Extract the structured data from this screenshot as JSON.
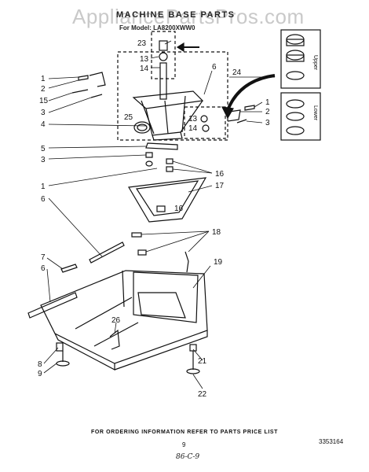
{
  "watermark": "AppliancePartsPros.com",
  "title": "MACHINE BASE PARTS",
  "model_line": "For Model: LA8200XWW0",
  "footer_note": "FOR ORDERING INFORMATION REFER TO PARTS PRICE LIST",
  "page_number": "9",
  "doc_number": "3353164",
  "handwritten": "86-C-9",
  "clutch_labels": {
    "upper": "Upper",
    "lower": "Lower"
  },
  "callouts": {
    "c1a": "1",
    "c2a": "2",
    "c15": "15",
    "c3a": "3",
    "c6a": "6",
    "c23": "23",
    "c13a": "13",
    "c14a": "14",
    "c24": "24",
    "c25": "25",
    "c13b": "13",
    "c14b": "14",
    "c1b": "1",
    "c2b": "2",
    "c3b": "3",
    "c5": "5",
    "c3c": "3",
    "c16a": "16",
    "c17": "17",
    "c16b": "16",
    "c1c": "1",
    "c6b": "6",
    "c18": "18",
    "c19": "19",
    "c7": "7",
    "c6c": "6",
    "c26": "26",
    "c8": "8",
    "c9": "9",
    "c21": "21",
    "c22": "22"
  }
}
